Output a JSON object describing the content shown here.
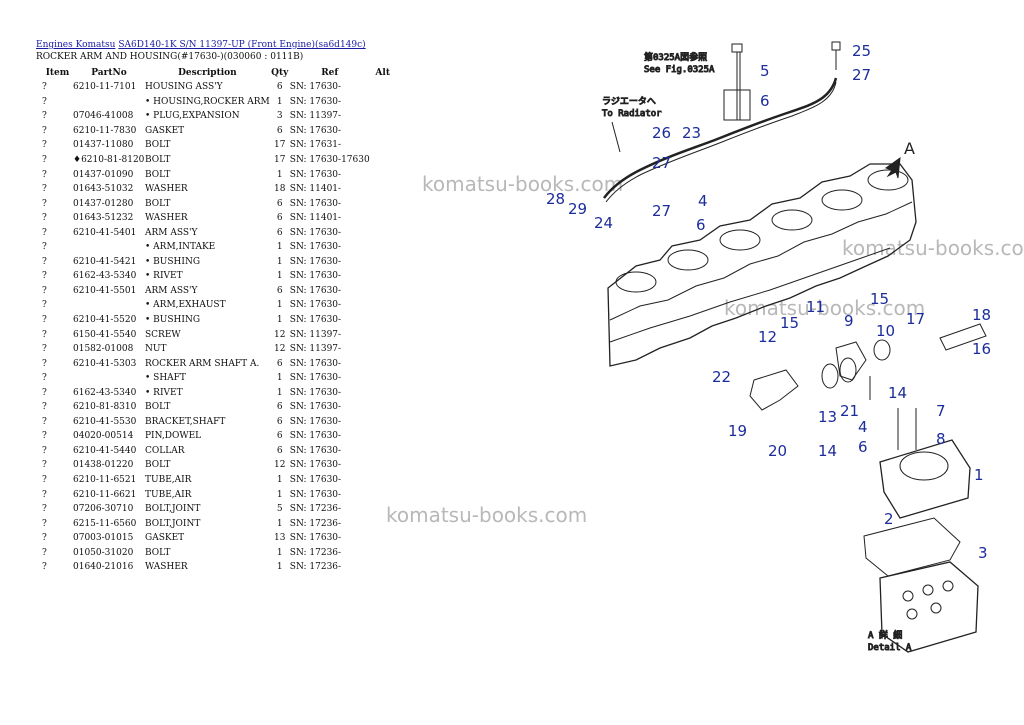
{
  "breadcrumb": {
    "link1": "Engines Komatsu",
    "link2": "SA6D140-1K S/N 11397-UP (Front Engine)(sa6d149c)"
  },
  "subtitle": "ROCKER ARM AND HOUSING(#17630-)(030060 : 0111B)",
  "table": {
    "headers": [
      "Item",
      "PartNo",
      "Description",
      "Qty",
      "Ref",
      "Alt"
    ],
    "rows": [
      [
        "?",
        "6210-11-7101",
        "HOUSING ASS'Y",
        "6",
        "SN: 17630-",
        ""
      ],
      [
        "?",
        "",
        "• HOUSING,ROCKER ARM",
        "1",
        "SN: 17630-",
        ""
      ],
      [
        "?",
        "07046-41008",
        "• PLUG,EXPANSION",
        "3",
        "SN: 11397-",
        ""
      ],
      [
        "?",
        "6210-11-7830",
        "GASKET",
        "6",
        "SN: 17630-",
        ""
      ],
      [
        "?",
        "01437-11080",
        "BOLT",
        "17",
        "SN: 17631-",
        ""
      ],
      [
        "?",
        "♦6210-81-8120",
        "BOLT",
        "17",
        "SN: 17630-17630",
        ""
      ],
      [
        "?",
        "01437-01090",
        "BOLT",
        "1",
        "SN: 17630-",
        ""
      ],
      [
        "?",
        "01643-51032",
        "WASHER",
        "18",
        "SN: 11401-",
        ""
      ],
      [
        "?",
        "01437-01280",
        "BOLT",
        "6",
        "SN: 17630-",
        ""
      ],
      [
        "?",
        "01643-51232",
        "WASHER",
        "6",
        "SN: 11401-",
        ""
      ],
      [
        "?",
        "6210-41-5401",
        "ARM ASS'Y",
        "6",
        "SN: 17630-",
        ""
      ],
      [
        "?",
        "",
        "• ARM,INTAKE",
        "1",
        "SN: 17630-",
        ""
      ],
      [
        "?",
        "6210-41-5421",
        "• BUSHING",
        "1",
        "SN: 17630-",
        ""
      ],
      [
        "?",
        "6162-43-5340",
        "• RIVET",
        "1",
        "SN: 17630-",
        ""
      ],
      [
        "?",
        "6210-41-5501",
        "ARM ASS'Y",
        "6",
        "SN: 17630-",
        ""
      ],
      [
        "?",
        "",
        "• ARM,EXHAUST",
        "1",
        "SN: 17630-",
        ""
      ],
      [
        "?",
        "6210-41-5520",
        "• BUSHING",
        "1",
        "SN: 17630-",
        ""
      ],
      [
        "?",
        "6150-41-5540",
        "SCREW",
        "12",
        "SN: 11397-",
        ""
      ],
      [
        "?",
        "01582-01008",
        "NUT",
        "12",
        "SN: 11397-",
        ""
      ],
      [
        "?",
        "6210-41-5303",
        "ROCKER ARM SHAFT A.",
        "6",
        "SN: 17630-",
        ""
      ],
      [
        "?",
        "",
        "• SHAFT",
        "1",
        "SN: 17630-",
        ""
      ],
      [
        "?",
        "6162-43-5340",
        "• RIVET",
        "1",
        "SN: 17630-",
        ""
      ],
      [
        "?",
        "6210-81-8310",
        "BOLT",
        "6",
        "SN: 17630-",
        ""
      ],
      [
        "?",
        "6210-41-5530",
        "BRACKET,SHAFT",
        "6",
        "SN: 17630-",
        ""
      ],
      [
        "?",
        "04020-00514",
        "PIN,DOWEL",
        "6",
        "SN: 17630-",
        ""
      ],
      [
        "?",
        "6210-41-5440",
        "COLLAR",
        "6",
        "SN: 17630-",
        ""
      ],
      [
        "?",
        "01438-01220",
        "BOLT",
        "12",
        "SN: 17630-",
        ""
      ],
      [
        "?",
        "6210-11-6521",
        "TUBE,AIR",
        "1",
        "SN: 17630-",
        ""
      ],
      [
        "?",
        "6210-11-6621",
        "TUBE,AIR",
        "1",
        "SN: 17630-",
        ""
      ],
      [
        "?",
        "07206-30710",
        "BOLT,JOINT",
        "5",
        "SN: 17236-",
        ""
      ],
      [
        "?",
        "6215-11-6560",
        "BOLT,JOINT",
        "1",
        "SN: 17236-",
        ""
      ],
      [
        "?",
        "07003-01015",
        "GASKET",
        "13",
        "SN: 17630-",
        ""
      ],
      [
        "?",
        "01050-31020",
        "BOLT",
        "1",
        "SN: 17236-",
        ""
      ],
      [
        "?",
        "01640-21016",
        "WASHER",
        "1",
        "SN: 17236-",
        ""
      ]
    ]
  },
  "watermarks": [
    "komatsu-books.com",
    "komatsu-books.com",
    "komatsu-books.com",
    "komatsu-books.com"
  ],
  "diagram": {
    "note_ref": "第0325A図参照",
    "note_see": "See Fig.0325A",
    "radiator_jp": "ラジエータへ",
    "radiator_en": "To Radiator",
    "detail_jp": "A 詳 細",
    "detail_en": "Detail A",
    "arrow_label": "A",
    "callouts": [
      "25",
      "5",
      "27",
      "6",
      "26",
      "23",
      "27",
      "28",
      "29",
      "24",
      "27",
      "4",
      "6",
      "15",
      "11",
      "9",
      "10",
      "17",
      "18",
      "16",
      "12",
      "15",
      "22",
      "13",
      "21",
      "14",
      "7",
      "4",
      "8",
      "6",
      "19",
      "20",
      "14",
      "1",
      "2",
      "3"
    ]
  }
}
